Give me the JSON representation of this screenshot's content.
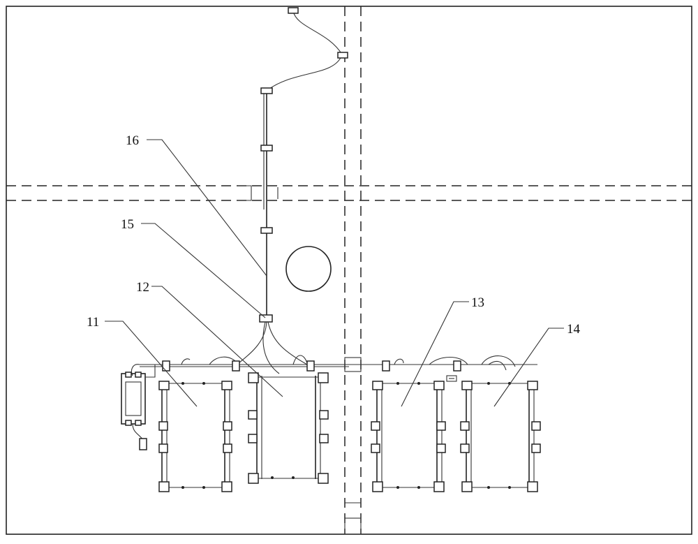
{
  "labels": {
    "l11": "11",
    "l12": "12",
    "l13": "13",
    "l14": "14",
    "l15": "15",
    "l16": "16"
  }
}
